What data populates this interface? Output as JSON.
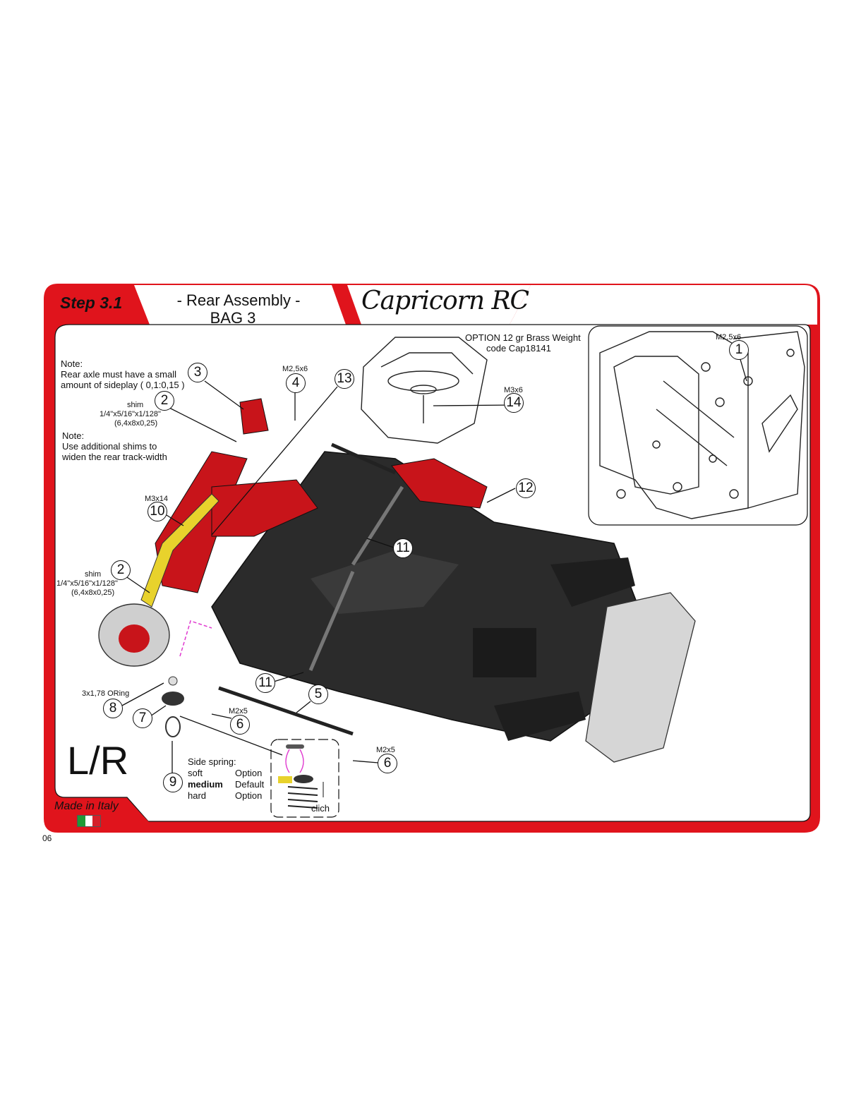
{
  "header": {
    "step": "Step 3.1",
    "title_line1": "- Rear Assembly -",
    "title_line2": "BAG 3",
    "brand": "Capricorn RC"
  },
  "notes": {
    "sideplay_title": "Note:",
    "sideplay_line1": "Rear axle must have a small",
    "sideplay_line2": "amount of sideplay ( 0,1:0,15 )",
    "shims_title": "Note:",
    "shims_line1": "Use additional shims to",
    "shims_line2": "widen the rear track-width"
  },
  "option": {
    "line1": "OPTION 12 gr Brass Weight",
    "line2": "code Cap18141"
  },
  "labels": {
    "m2_5x6_top": "M2,5x6",
    "m2_5x6_inset": "M2,5x6",
    "m3x6": "M3x6",
    "m3x14": "M3x14",
    "m2x5_a": "M2x5",
    "m2x5_b": "M2x5",
    "oring": "3x1,78 ORing",
    "shim_top_1": "shim",
    "shim_top_2": "1/4\"x5/16\"x1/128\"",
    "shim_top_3": "(6,4x8x0,25)",
    "shim_bot_1": "shim",
    "shim_bot_2": "1/4\"x5/16\"x1/128\"",
    "shim_bot_3": "(6,4x8x0,25)"
  },
  "spring": {
    "title": "Side spring:",
    "soft": "soft",
    "soft_status": "Option",
    "medium": "medium",
    "medium_status": "Default",
    "hard": "hard",
    "hard_status": "Option",
    "clich": "clich"
  },
  "callouts": {
    "c1": "1",
    "c2a": "2",
    "c2b": "2",
    "c3": "3",
    "c4": "4",
    "c5": "5",
    "c6a": "6",
    "c6b": "6",
    "c7": "7",
    "c8": "8",
    "c9": "9",
    "c10": "10",
    "c11a": "11",
    "c11b": "11",
    "c12": "12",
    "c13": "13",
    "c14": "14"
  },
  "footer": {
    "lr": "L/R",
    "made_in": "Made in Italy",
    "page": "06"
  },
  "colors": {
    "frame_red": "#e0141c",
    "flag_green": "#1f9a36",
    "flag_white": "#ffffff",
    "flag_red": "#d5202a",
    "part_red": "#c8141a",
    "part_yellow": "#e8d22c",
    "carbon": "#2a2a2a"
  }
}
